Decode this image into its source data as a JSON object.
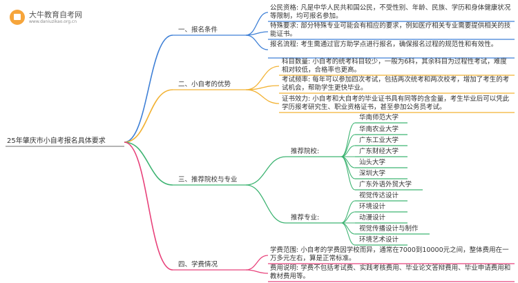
{
  "logo": {
    "name": "大牛教育自考网",
    "url": "www.daniuzikao.org.cn"
  },
  "root": "25年肇庆市小自考报名具体要求",
  "colors": {
    "s1": "#3d7fd6",
    "s2": "#f2b233",
    "s3": "#3cb371",
    "s4": "#e8417a"
  },
  "sections": [
    {
      "label": "一、报名条件",
      "items": [
        "公民资格: 凡是中华人民共和国公民，不受性别、年龄、民族、学历和身体健康状况等限制，均可报名参加。",
        "特殊要求: 部分特殊专业可能会有相应的要求，例如医疗相关专业需要提供相关的技能证书。",
        "报名流程: 考生需通过官方助学点进行报名，确保报名过程的规范性和有效性。"
      ]
    },
    {
      "label": "二、小自考的优势",
      "items": [
        "科目数量: 小自考的统考科目较少，一般为6科，其余科目为过程性考试，难度相对较低，合格率也更高。",
        "考试频率: 每年可以参加四次考试，包括两次统考和两次校考，增加了考生的考试机会，帮助学生更快毕业。",
        "证书效力: 小自考和大自考的毕业证书具有同等的含金量，考生毕业后可以凭此学历报考研究生、职业资格证书，甚至参加公务员考试。"
      ]
    },
    {
      "label": "三、推荐院校与专业",
      "subs": [
        {
          "label": "推荐院校:",
          "items": [
            "华南师范大学",
            "华南农业大学",
            "广东工业大学",
            "广东财经大学",
            "汕头大学",
            "深圳大学",
            "广东外语外贸大学"
          ]
        },
        {
          "label": "推荐专业:",
          "items": [
            "视觉传达设计",
            "环境设计",
            "动漫设计",
            "视觉传播设计与制作",
            "环境艺术设计"
          ]
        }
      ]
    },
    {
      "label": "四、学费情况",
      "items": [
        "学费范围: 小自考的学费因学校而异，通常在7000到10000元之间，整体费用在一万多元左右，算是正常标准。",
        "费用说明: 学费不包括考试费、实践考核费用、毕业论文答辩费用、毕业申请费用和教材费用等。"
      ]
    }
  ]
}
